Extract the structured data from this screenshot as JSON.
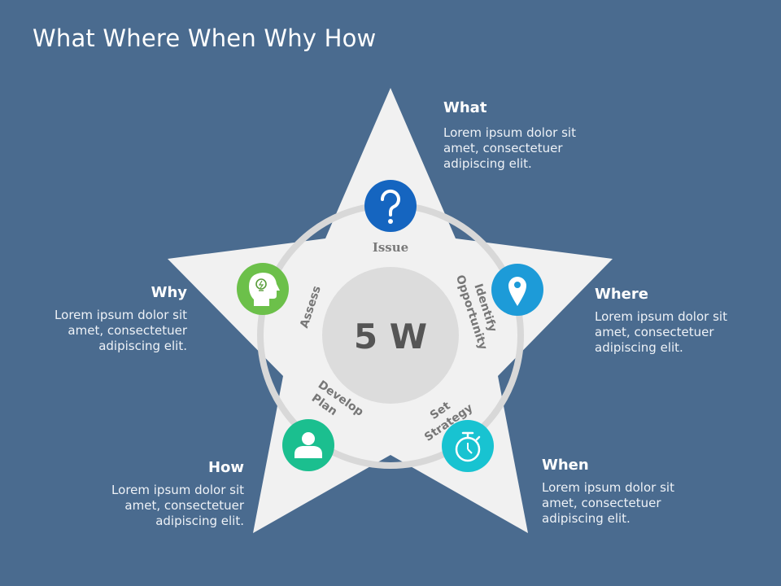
{
  "title": "What Where When Why How",
  "center": {
    "label": "5 W"
  },
  "colors": {
    "background": "#4a6b8f",
    "star": "#f1f1f1",
    "ring": "#d8d8d8",
    "center_circle": "#dcdcdc",
    "what": "#1565c0",
    "where": "#1d9bd8",
    "why": "#6cc04a",
    "how": "#1bbf8f",
    "when": "#18c3d1"
  },
  "steps": [
    {
      "key": "what",
      "stage": "Issue",
      "icon": "question-icon"
    },
    {
      "key": "where",
      "stage": "Identify Opportunity",
      "icon": "map-pin-icon"
    },
    {
      "key": "when",
      "stage": "Set Strategy",
      "icon": "stopwatch-icon"
    },
    {
      "key": "how",
      "stage": "Develop Plan",
      "icon": "user-icon"
    },
    {
      "key": "why",
      "stage": "Assess",
      "icon": "head-lightbulb-icon"
    }
  ],
  "stage_labels": {
    "issue": "Issue",
    "identify": "Identify",
    "opportunity": "Opportunity",
    "set": "Set",
    "strategy": "Strategy",
    "develop": "Develop",
    "plan": "Plan",
    "assess": "Assess"
  },
  "blocks": {
    "what": {
      "heading": "What",
      "text": "Lorem ipsum dolor sit amet, consectetuer adipiscing elit."
    },
    "where": {
      "heading": "Where",
      "text": "Lorem ipsum dolor sit amet, consectetuer adipiscing elit."
    },
    "when": {
      "heading": "When",
      "text": "Lorem ipsum dolor sit amet, consectetuer adipiscing elit."
    },
    "how": {
      "heading": "How",
      "text": "Lorem ipsum dolor sit amet, consectetuer adipiscing elit."
    },
    "why": {
      "heading": "Why",
      "text": "Lorem ipsum dolor sit amet, consectetuer adipiscing elit."
    }
  }
}
